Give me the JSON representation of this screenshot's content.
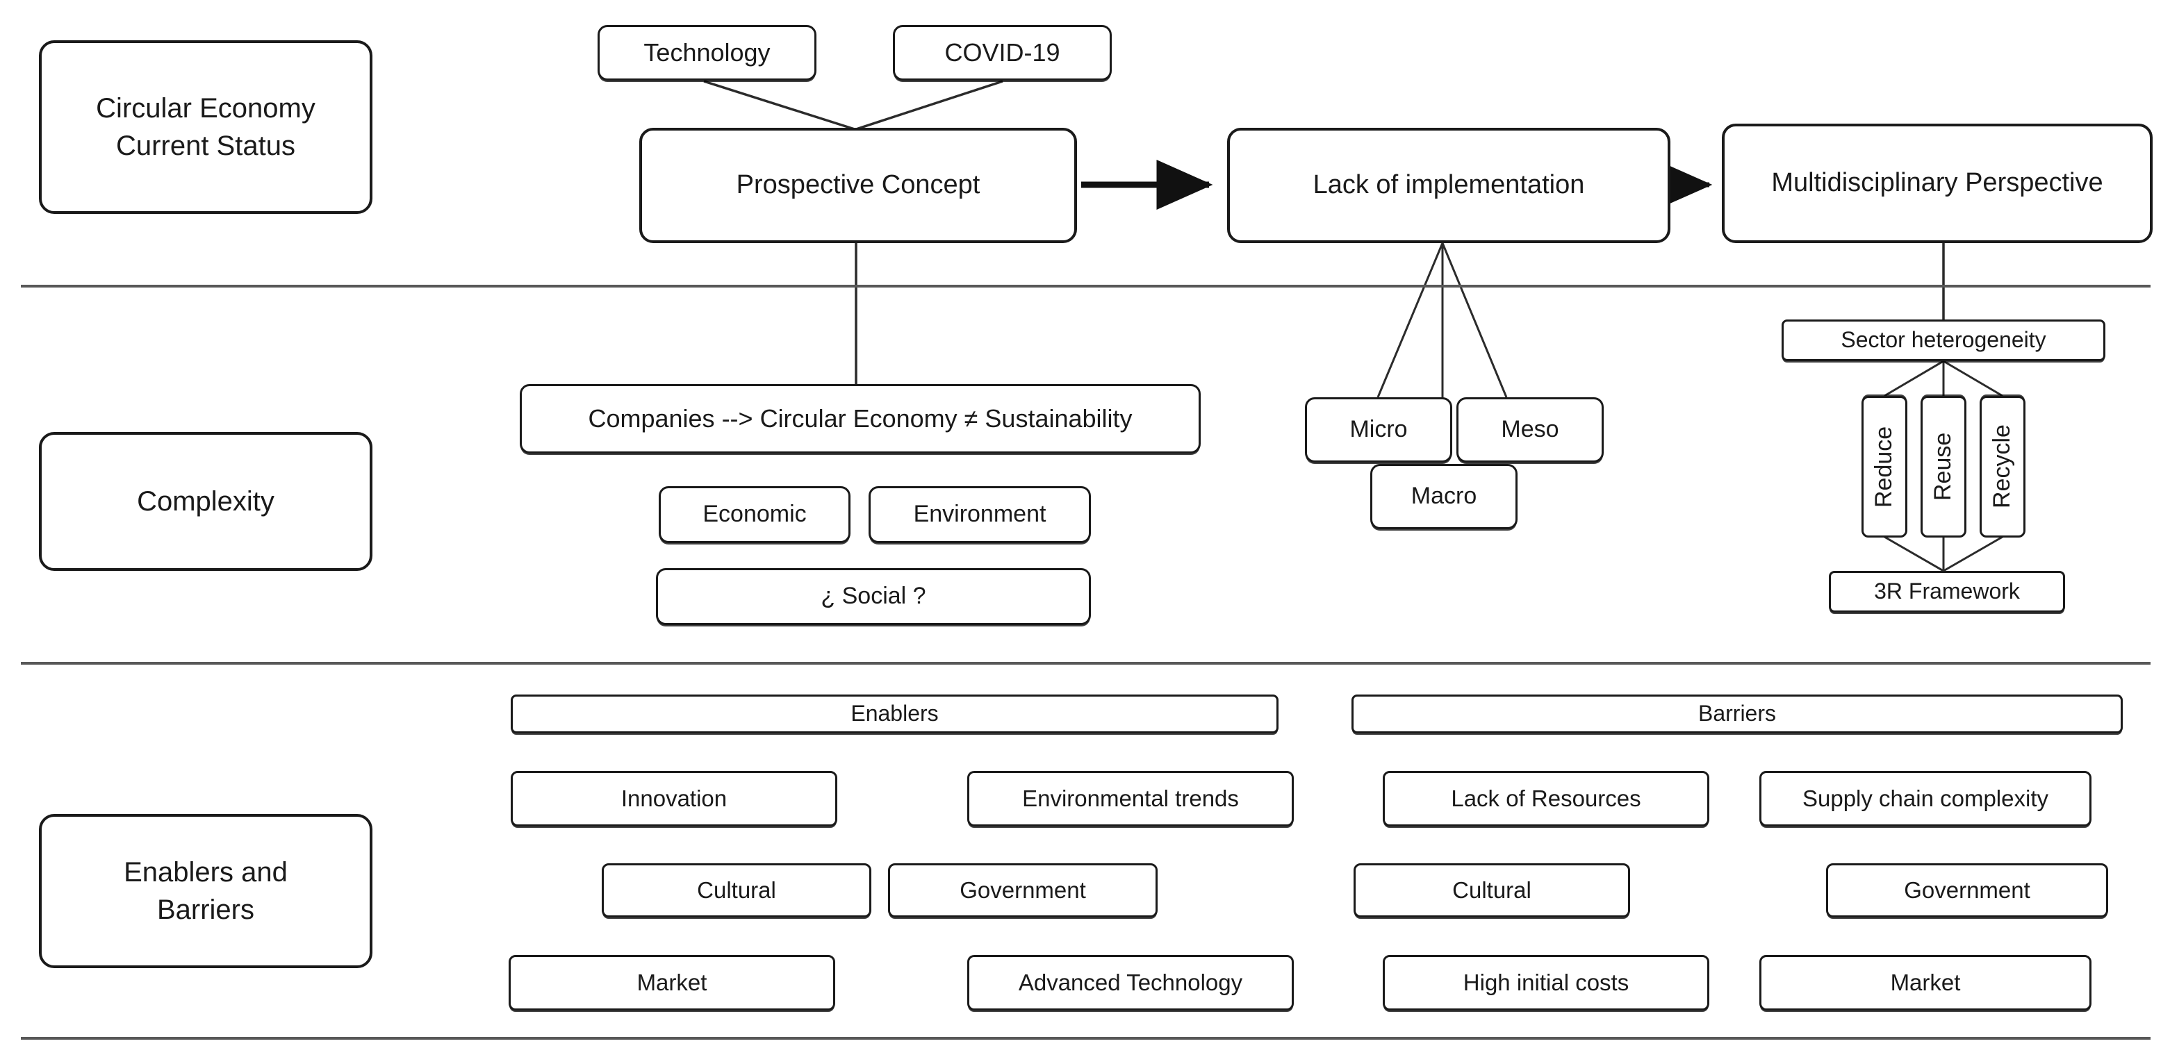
{
  "diagram": {
    "title": "Circular Economy framework overview",
    "colors": {
      "node_border": "#1a1a1a",
      "node_fill": "#ffffff",
      "connector": "#2b2b2b",
      "separator": "#585858"
    },
    "bands": [
      {
        "id": "current-status",
        "label": "Circular Economy\nCurrent Status",
        "influences": [
          {
            "id": "technology",
            "label": "Technology"
          },
          {
            "id": "covid19",
            "label": "COVID-19"
          }
        ],
        "stages": [
          {
            "id": "prospective-concept",
            "label": "Prospective Concept"
          },
          {
            "id": "lack-of-implementation",
            "label": "Lack of implementation"
          },
          {
            "id": "multidisciplinary-perspective",
            "label": "Multidisciplinary Perspective"
          }
        ]
      },
      {
        "id": "complexity",
        "label": "Complexity",
        "statement": "Companies --> Circular Economy ≠ Sustainability",
        "pillars": [
          {
            "id": "economic",
            "label": "Economic"
          },
          {
            "id": "environment",
            "label": "Environment"
          },
          {
            "id": "social",
            "label": "¿ Social ?"
          }
        ],
        "levels": [
          {
            "id": "micro",
            "label": "Micro"
          },
          {
            "id": "meso",
            "label": "Meso"
          },
          {
            "id": "macro",
            "label": "Macro"
          }
        ],
        "sector": {
          "id": "sector-heterogeneity",
          "label": "Sector heterogeneity"
        },
        "three_r": [
          {
            "id": "reduce",
            "label": "Reduce"
          },
          {
            "id": "reuse",
            "label": "Reuse"
          },
          {
            "id": "recycle",
            "label": "Recycle"
          }
        ],
        "framework": {
          "id": "3r-framework",
          "label": "3R Framework"
        }
      },
      {
        "id": "enablers-and-barriers",
        "label": "Enablers and\nBarriers",
        "columns": [
          {
            "id": "enablers",
            "header": "Enablers",
            "items": [
              {
                "id": "innovation",
                "label": "Innovation"
              },
              {
                "id": "environmental-trends",
                "label": "Environmental trends"
              },
              {
                "id": "cultural-enabler",
                "label": "Cultural"
              },
              {
                "id": "government-enabler",
                "label": "Government"
              },
              {
                "id": "market-enabler",
                "label": "Market"
              },
              {
                "id": "advanced-technology",
                "label": "Advanced Technology"
              }
            ]
          },
          {
            "id": "barriers",
            "header": "Barriers",
            "items": [
              {
                "id": "lack-of-resources",
                "label": "Lack of Resources"
              },
              {
                "id": "supply-chain-complexity",
                "label": "Supply chain complexity"
              },
              {
                "id": "cultural-barrier",
                "label": "Cultural"
              },
              {
                "id": "government-barrier",
                "label": "Government"
              },
              {
                "id": "high-initial-costs",
                "label": "High initial costs"
              },
              {
                "id": "market-barrier",
                "label": "Market"
              }
            ]
          }
        ]
      }
    ]
  }
}
